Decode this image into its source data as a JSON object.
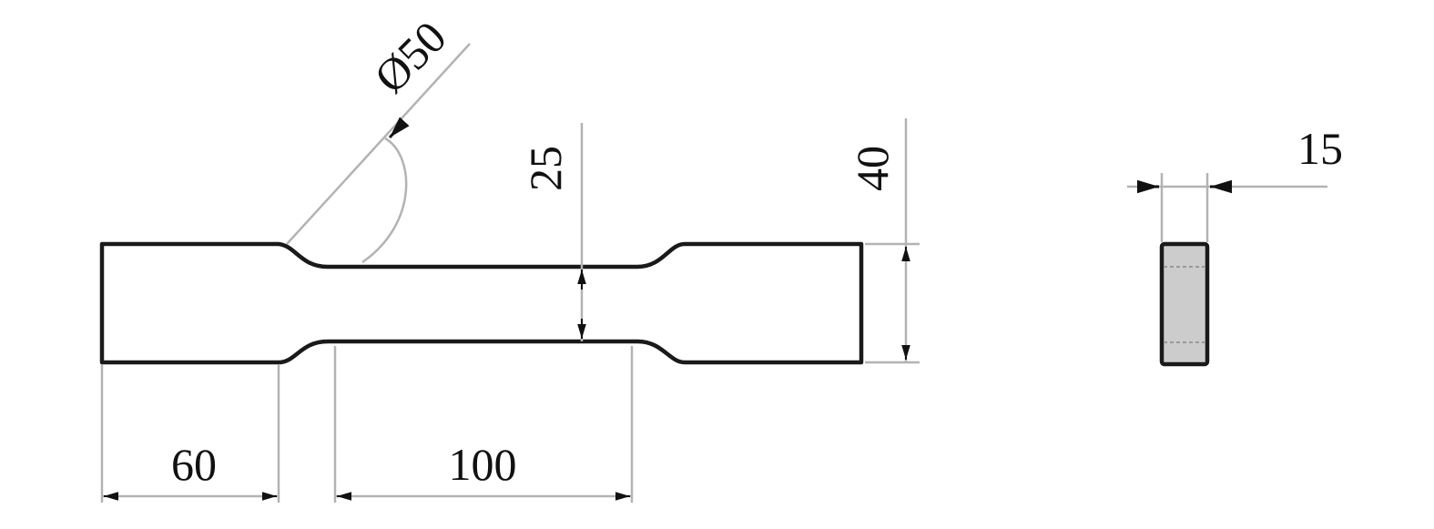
{
  "title": "Dog-bone tensile specimen drawing",
  "dimensions": {
    "fillet_diameter": "Ø50",
    "gauge_width": "25",
    "grip_width": "40",
    "grip_length": "60",
    "gauge_length": "100",
    "thickness": "15"
  },
  "colors": {
    "outline": "#1a1a1a",
    "dimension_line": "#b3b3b3",
    "section_fill": "#cccccc"
  }
}
